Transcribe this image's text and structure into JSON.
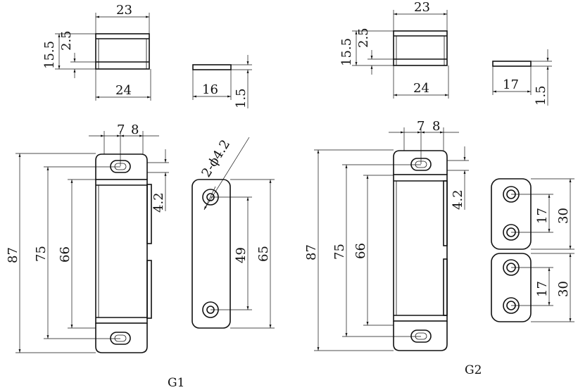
{
  "drawings": {
    "G1": {
      "label": "G1",
      "top_view": {
        "width": "23",
        "total_height": "15.5",
        "lip": "2.5",
        "base": "24"
      },
      "plate_top": {
        "length": "16",
        "thickness": "1.5"
      },
      "side_view": {
        "top_w1": "7",
        "top_w2": "8",
        "overall": "87",
        "hole_spacing": "75",
        "body": "66",
        "offset": "4.2"
      },
      "plate_front": {
        "holes": "2-ϕ4.2",
        "spacing": "49",
        "length": "65"
      }
    },
    "G2": {
      "label": "G2",
      "top_view": {
        "width": "23",
        "total_height": "15.5",
        "lip": "2.5",
        "base": "24"
      },
      "plate_top": {
        "length": "17",
        "thickness": "1.5"
      },
      "side_view": {
        "top_w1": "7",
        "top_w2": "8",
        "overall": "87",
        "hole_spacing": "75",
        "body": "66",
        "offset": "4.2"
      },
      "plate_front": {
        "spacing": "17",
        "length": "30"
      }
    }
  }
}
